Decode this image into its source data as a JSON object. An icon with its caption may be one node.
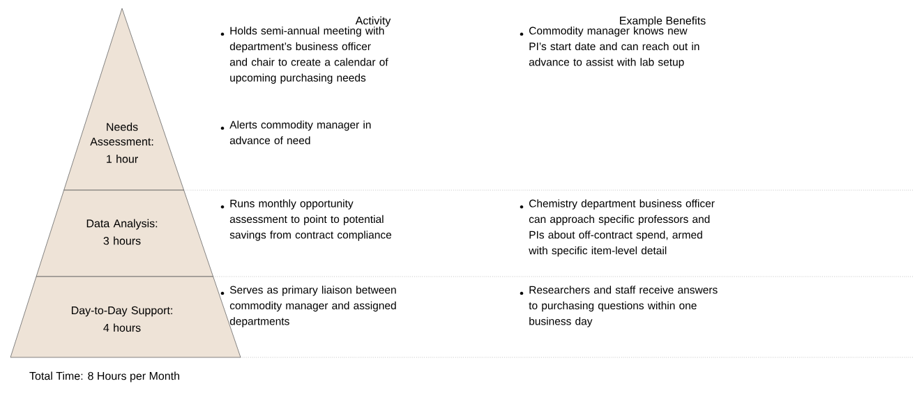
{
  "diagram": {
    "caption": "Total Time: 8 Hours per Month",
    "nodes": [
      {
        "text": [
          "Needs Assessment:",
          "1 hour"
        ]
      },
      {
        "text": [
          "Data Analysis:",
          "3 hours"
        ]
      },
      {
        "text": [
          "Day-to-Day Support:",
          "4 hours"
        ]
      }
    ],
    "labels": [
      "Activity",
      "Example Benefits",
      "Holds semi-annual meeting with department’s business officer and chair to create a calendar of upcoming purchasing needs",
      "Commodity manager knows new PI’s start date and can reach out in advance to assist with lab setup",
      "Alerts commodity manager in advance of need",
      "Runs monthly opportunity assessment to point to potential savings from contract compliance",
      "Chemistry department business officer can approach specific professors and PIs about off-contract spend, armed with specific item-level detail",
      "Serves as primary liaison between commodity manager and assigned departments",
      "Researchers and staff receive answers to purchasing questions within one business day"
    ]
  }
}
